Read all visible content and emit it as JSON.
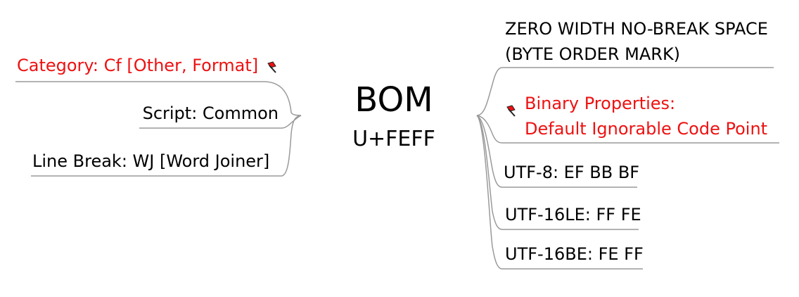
{
  "center": {
    "title": "BOM",
    "codepoint": "U+FEFF"
  },
  "left": [
    {
      "text": "Category: Cf [Other, Format]",
      "highlight": true,
      "flag": true
    },
    {
      "text": "Script: Common"
    },
    {
      "text": "Line Break: WJ [Word Joiner]"
    }
  ],
  "right": [
    {
      "lines": [
        "ZERO WIDTH NO-BREAK SPACE",
        "(BYTE ORDER MARK)"
      ]
    },
    {
      "lines": [
        "Binary Properties:",
        "Default Ignorable Code Point"
      ],
      "highlight": true,
      "flag": true
    },
    {
      "lines": [
        "UTF-8: EF BB BF"
      ]
    },
    {
      "lines": [
        "UTF-16LE: FF FE"
      ]
    },
    {
      "lines": [
        "UTF-16BE: FE FF"
      ]
    }
  ],
  "icons": {
    "flag": "flag-icon"
  },
  "colors": {
    "highlight": "#ee1111",
    "line": "#999999"
  }
}
